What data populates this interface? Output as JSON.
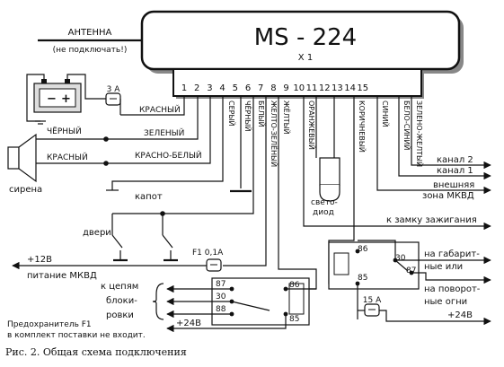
{
  "unit": {
    "model": "MS - 224",
    "connector": "X 1"
  },
  "antenna": {
    "label": "АНТЕННА",
    "note": "(не подключать!)"
  },
  "pins": [
    "1",
    "2",
    "3",
    "4",
    "5",
    "6",
    "7",
    "8",
    "9",
    "10",
    "11",
    "12",
    "13",
    "14",
    "15"
  ],
  "pin_wires": {
    "p3": "СЕРЫЙ",
    "p4": "ЧЁРНЫЙ",
    "p5": "БЕЛЫЙ",
    "p6": "ЖЕЛТО-ЗЕЛЁНЫЙ",
    "p7": "ЖЁЛТЫЙ",
    "p9": "ОРАНЖЕВЫЙ",
    "p12": "КОРИЧНЕВЫЙ",
    "p13": "СИНИЙ",
    "p14": "БЕЛО-СИНИЙ",
    "p15": "ЗЕЛЕНО-ЖЕЛТЫЙ"
  },
  "battery": {
    "fuse": "3 А",
    "wire": "КРАСНЫЙ"
  },
  "siren": {
    "label": "сирена",
    "wire_black": "ЧЁРНЫЙ",
    "wire_green": "ЗЕЛЕНЫЙ",
    "wire_red": "КРАСНЫЙ",
    "wire_redwhite": "КРАСНО-БЕЛЫЙ"
  },
  "switches": {
    "hood": "капот",
    "doors": "двери"
  },
  "led": {
    "line1": "свето-",
    "line2": "диод"
  },
  "outputs": {
    "ch2": "канал 2",
    "ch1": "канал 1",
    "zone1": "внешняя",
    "zone2": "зона МКВД",
    "ignition": "к замку зажигания"
  },
  "relay_right": {
    "p86": "86",
    "p30": "30",
    "p87": "87",
    "p85": "85",
    "lights1": "на габарит-",
    "lights2": "ные или",
    "turn1": "на поворот-",
    "turn2": "ные огни",
    "fuse": "15 А",
    "supply": "+24В"
  },
  "relay_left": {
    "p87": "87",
    "p30": "30",
    "p88": "88",
    "p86": "86",
    "p85": "85",
    "circ1": "к цепям",
    "circ2": "блоки-",
    "circ3": "ровки",
    "supply": "+24В"
  },
  "mkvd": {
    "fuse": "F1 0,1А",
    "plus": "+12В",
    "label": "питание МКВД"
  },
  "note": {
    "line1": "Предохранитель  F1",
    "line2": "в комплект поставки не входит."
  },
  "caption": "Рис. 2. Общая схема подключения"
}
